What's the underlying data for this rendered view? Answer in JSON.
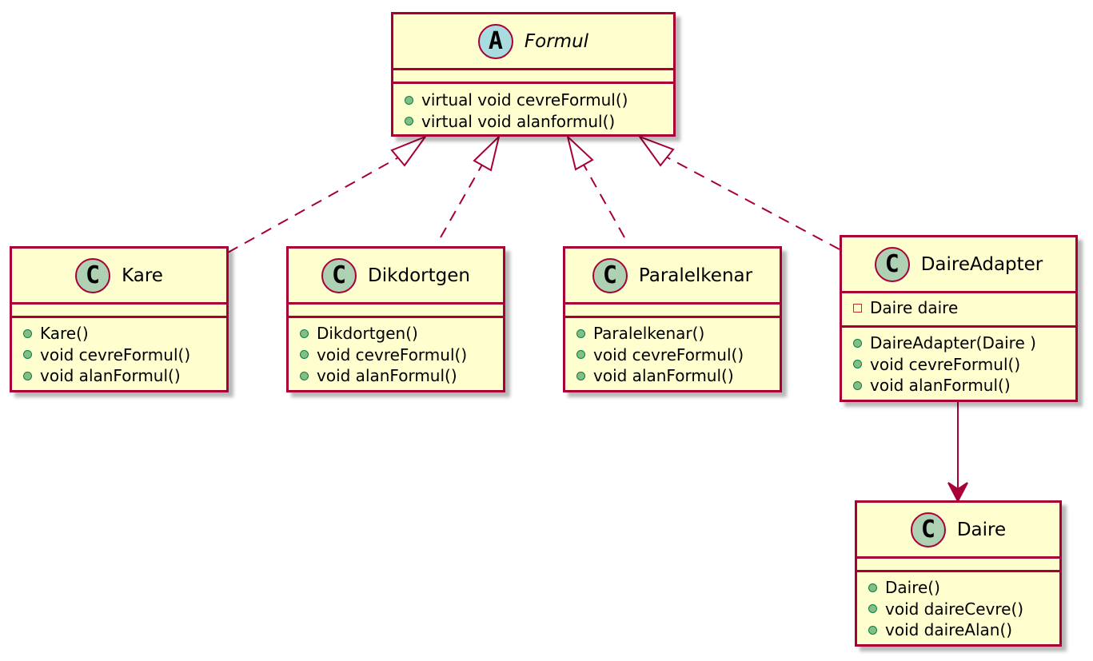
{
  "colors": {
    "class_fill": "#FEFECE",
    "class_border": "#A80036",
    "class_badge": "#ADD1B2",
    "abstract_badge": "#A9DCDF",
    "public_dot": "#84BE84",
    "private_square": "#C82930"
  },
  "classes": {
    "formul": {
      "badge": "A",
      "name": "Formul",
      "abstract": true,
      "attributes": [],
      "methods": [
        {
          "visibility": "public",
          "text": "virtual void cevreFormul()"
        },
        {
          "visibility": "public",
          "text": "virtual void alanformul()"
        }
      ]
    },
    "kare": {
      "badge": "C",
      "name": "Kare",
      "attributes": [],
      "methods": [
        {
          "visibility": "public",
          "text": "Kare()"
        },
        {
          "visibility": "public",
          "text": "void cevreFormul()"
        },
        {
          "visibility": "public",
          "text": "void alanFormul()"
        }
      ]
    },
    "dikdortgen": {
      "badge": "C",
      "name": "Dikdortgen",
      "attributes": [],
      "methods": [
        {
          "visibility": "public",
          "text": "Dikdortgen()"
        },
        {
          "visibility": "public",
          "text": "void cevreFormul()"
        },
        {
          "visibility": "public",
          "text": "void alanFormul()"
        }
      ]
    },
    "paralelkenar": {
      "badge": "C",
      "name": "Paralelkenar",
      "attributes": [],
      "methods": [
        {
          "visibility": "public",
          "text": "Paralelkenar()"
        },
        {
          "visibility": "public",
          "text": "void cevreFormul()"
        },
        {
          "visibility": "public",
          "text": "void alanFormul()"
        }
      ]
    },
    "daireadapter": {
      "badge": "C",
      "name": "DaireAdapter",
      "attributes": [
        {
          "visibility": "private",
          "text": "Daire daire"
        }
      ],
      "methods": [
        {
          "visibility": "public",
          "text": "DaireAdapter(Daire )"
        },
        {
          "visibility": "public",
          "text": "void cevreFormul()"
        },
        {
          "visibility": "public",
          "text": "void alanFormul()"
        }
      ]
    },
    "daire": {
      "badge": "C",
      "name": "Daire",
      "attributes": [],
      "methods": [
        {
          "visibility": "public",
          "text": "Daire()"
        },
        {
          "visibility": "public",
          "text": "void daireCevre()"
        },
        {
          "visibility": "public",
          "text": "void daireAlan()"
        }
      ]
    }
  },
  "relations": [
    {
      "from": "kare",
      "to": "formul",
      "type": "realization"
    },
    {
      "from": "dikdortgen",
      "to": "formul",
      "type": "realization"
    },
    {
      "from": "paralelkenar",
      "to": "formul",
      "type": "realization"
    },
    {
      "from": "daireadapter",
      "to": "formul",
      "type": "realization"
    },
    {
      "from": "daireadapter",
      "to": "daire",
      "type": "association"
    }
  ]
}
